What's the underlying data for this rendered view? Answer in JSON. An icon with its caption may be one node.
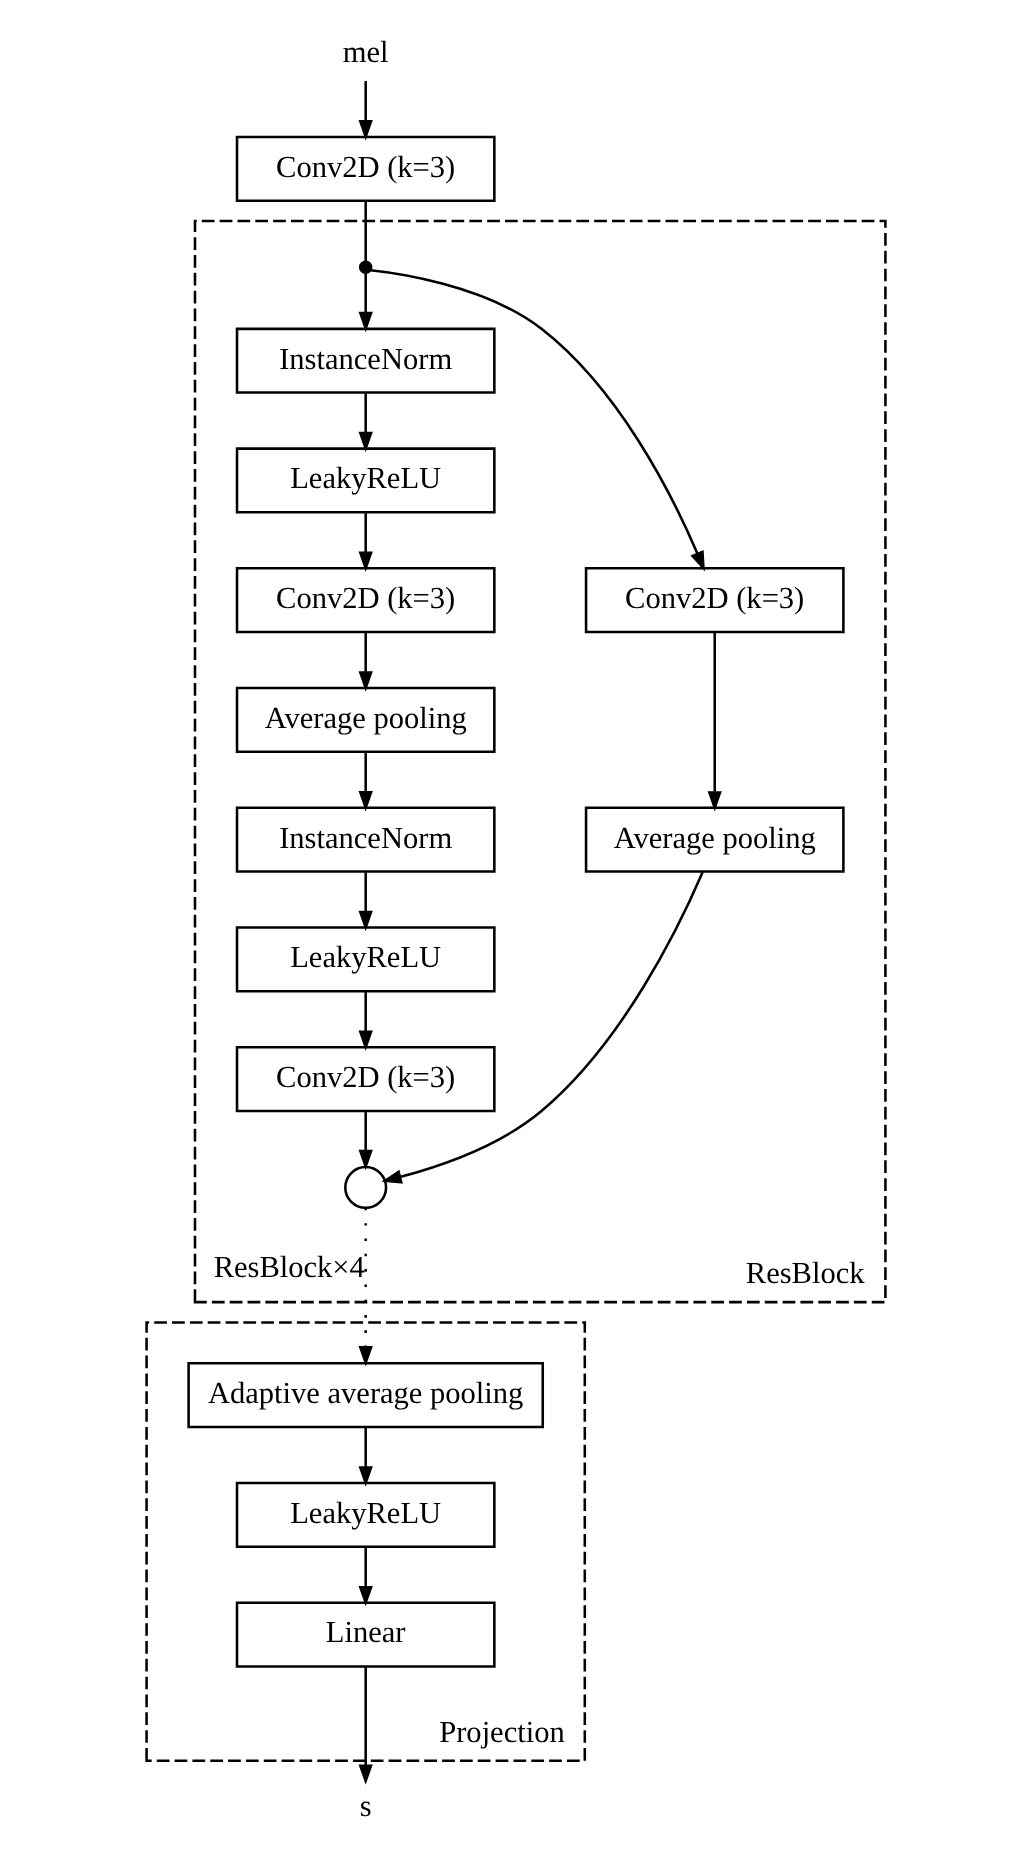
{
  "diagram": {
    "nodes": [
      {
        "text": [
          "mel"
        ]
      },
      {
        "text": [
          "Conv2D (k=3)"
        ]
      },
      {
        "text": [
          "ResBlock"
        ]
      },
      {
        "text": [],
        "shape": "point",
        "in": 2
      },
      {
        "text": [
          "InstanceNorm"
        ],
        "in": 2
      },
      {
        "text": [
          "LeakyReLU"
        ],
        "in": 2
      },
      {
        "text": [
          "Conv2D (k=3)"
        ],
        "in": 2
      },
      {
        "text": [
          "Average pooling"
        ],
        "in": 2
      },
      {
        "text": [
          "InstanceNorm"
        ],
        "in": 2
      },
      {
        "text": [
          "LeakyReLU"
        ],
        "in": 2
      },
      {
        "text": [
          "Conv2D (k=3)"
        ],
        "in": 2
      },
      {
        "text": [
          "Conv2D (k=3)"
        ],
        "in": 2
      },
      {
        "text": [
          "Average pooling"
        ],
        "in": 2
      },
      {
        "text": [],
        "shape": "circle",
        "in": 2
      },
      {
        "text": [
          "Projection"
        ]
      },
      {
        "text": [
          "Adaptive average pooling"
        ],
        "in": 14
      },
      {
        "text": [
          "LeakyReLU"
        ],
        "in": 14
      },
      {
        "text": [
          "Linear"
        ],
        "in": 14
      },
      {
        "text": [
          "s"
        ]
      }
    ],
    "edges": [
      {
        "from": 0,
        "to": 1,
        "arrow": "to"
      },
      {
        "from": 1,
        "to": 3,
        "arrow": "none"
      },
      {
        "from": 3,
        "to": 4,
        "arrow": "to"
      },
      {
        "from": 3,
        "to": 11,
        "arrow": "to"
      },
      {
        "from": 4,
        "to": 5,
        "arrow": "to"
      },
      {
        "from": 5,
        "to": 6,
        "arrow": "to"
      },
      {
        "from": 6,
        "to": 7,
        "arrow": "to"
      },
      {
        "from": 7,
        "to": 8,
        "arrow": "to"
      },
      {
        "from": 8,
        "to": 9,
        "arrow": "to"
      },
      {
        "from": 9,
        "to": 10,
        "arrow": "to"
      },
      {
        "from": 10,
        "to": 13,
        "arrow": "to"
      },
      {
        "from": 11,
        "to": 12,
        "arrow": "to"
      },
      {
        "from": 12,
        "to": 13,
        "arrow": "to"
      },
      {
        "from": 13,
        "to": 15,
        "arrow": "to",
        "label": "ResBlock×4",
        "style": "dashed"
      },
      {
        "from": 15,
        "to": 16,
        "arrow": "to"
      },
      {
        "from": 16,
        "to": 17,
        "arrow": "to"
      },
      {
        "from": 17,
        "to": 18,
        "arrow": "to"
      }
    ]
  }
}
